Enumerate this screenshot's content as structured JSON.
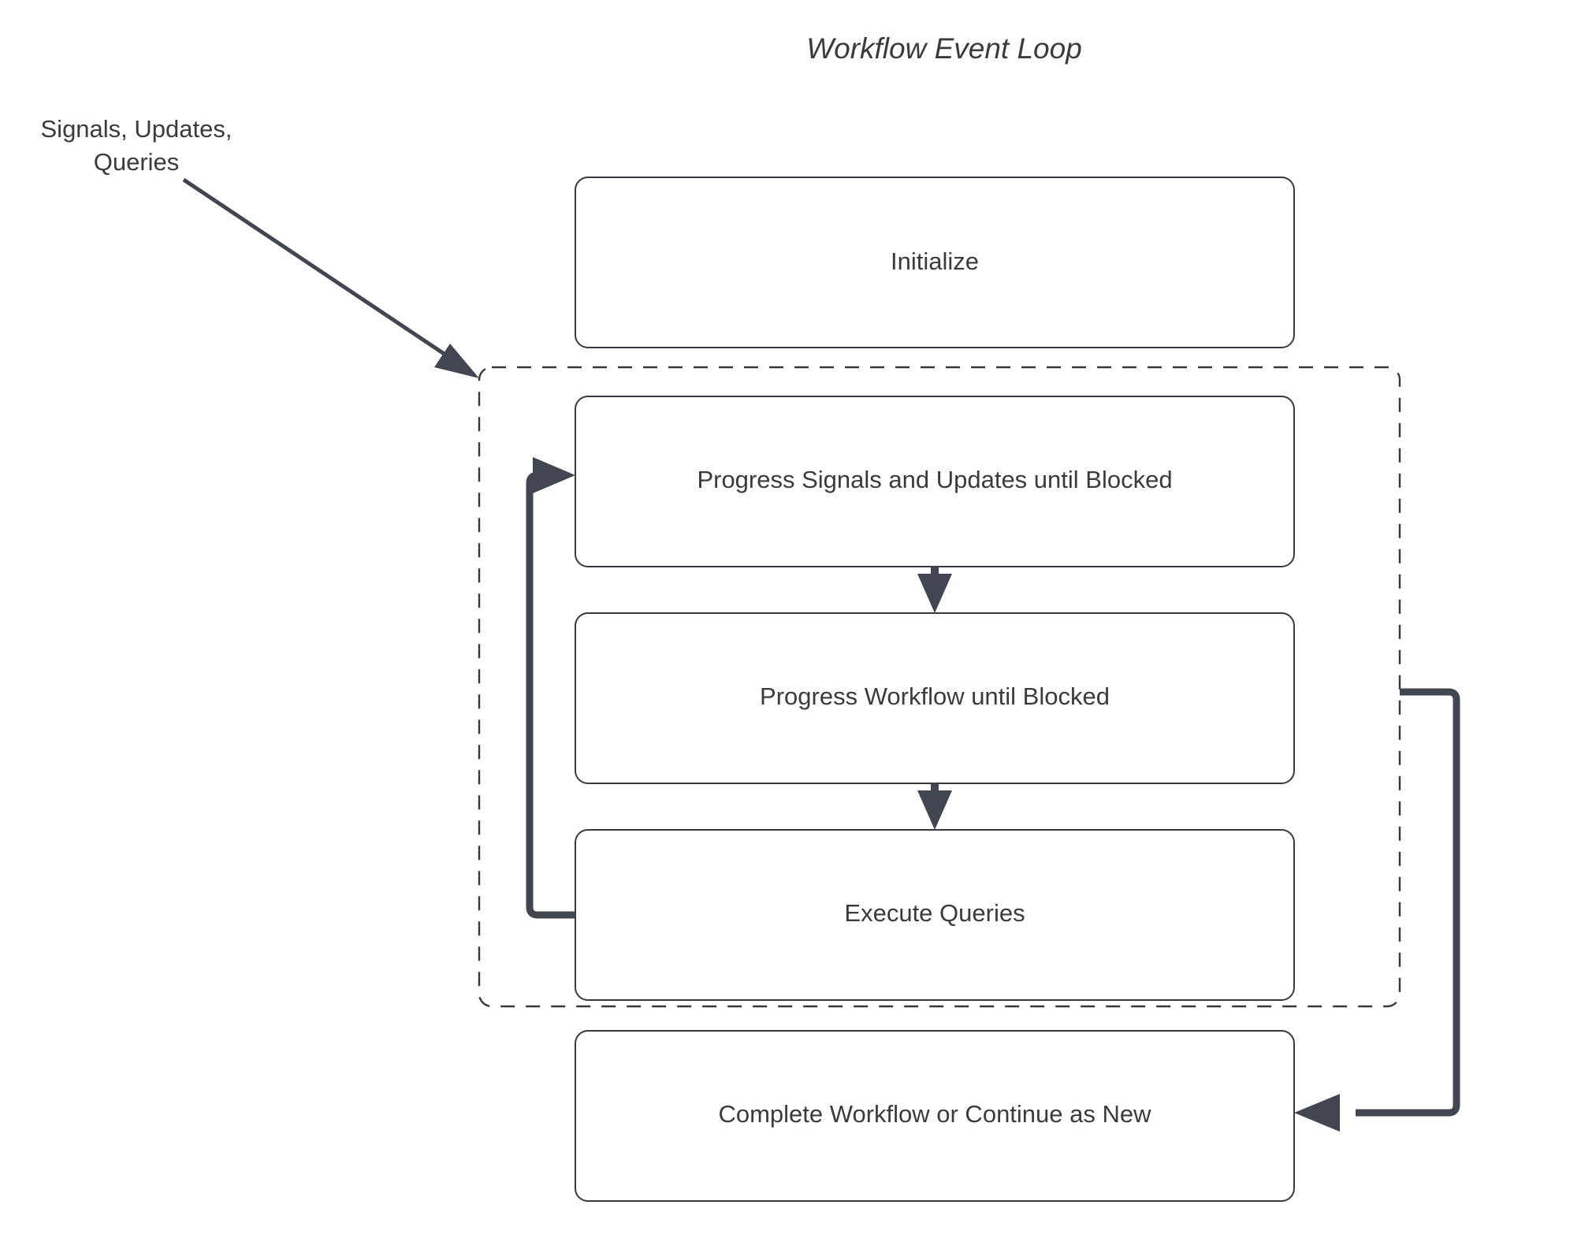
{
  "diagram": {
    "title": "Workflow Event Loop",
    "external_label": {
      "line1": "Signals, Updates,",
      "line2": "Queries"
    },
    "nodes": [
      {
        "id": "initialize",
        "label": "Initialize"
      },
      {
        "id": "progress-signals",
        "label": "Progress Signals and Updates until Blocked"
      },
      {
        "id": "progress-workflow",
        "label": "Progress Workflow until Blocked"
      },
      {
        "id": "execute-queries",
        "label": "Execute Queries"
      },
      {
        "id": "complete-workflow",
        "label": "Complete Workflow or Continue as New"
      }
    ],
    "group": {
      "id": "event-loop-group",
      "label": ""
    },
    "colors": {
      "stroke": "#36393f",
      "arrow": "#414651",
      "text": "#3b3b3b",
      "background": "#ffffff"
    }
  }
}
